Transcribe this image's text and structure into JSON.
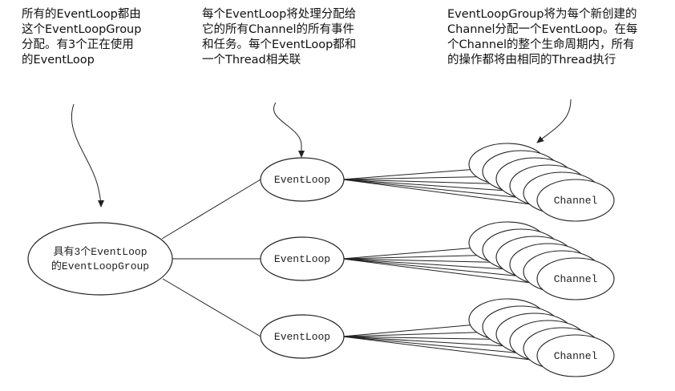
{
  "annotations": {
    "group_note": {
      "lines": [
        "所有的EventLoop都由",
        "这个EventLoopGroup",
        "分配。有3个正在使用",
        "的EventLoop"
      ]
    },
    "eventloop_note": {
      "lines": [
        "每个EventLoop将处理分配给",
        "它的所有Channel的所有事件",
        "和任务。每个EventLoop都和",
        "一个Thread相关联"
      ]
    },
    "channel_note": {
      "lines": [
        "EventLoopGroup将为每个新创建的",
        "Channel分配一个EventLoop。在每",
        "个Channel的整个生命周期内，所有",
        "的操作都将由相同的Thread执行"
      ]
    }
  },
  "nodes": {
    "group": {
      "lines": [
        "具有3个EventLoop",
        "的EventLoopGroup"
      ]
    },
    "event_loops": [
      {
        "label": "EventLoop"
      },
      {
        "label": "EventLoop"
      },
      {
        "label": "EventLoop"
      }
    ],
    "channel_stacks": [
      {
        "front_label": "Channel",
        "stack_size": 6
      },
      {
        "front_label": "Channel",
        "stack_size": 6
      },
      {
        "front_label": "Channel",
        "stack_size": 6
      }
    ]
  },
  "colors": {
    "stroke": "#222222",
    "fill": "#ffffff",
    "text": "#111111"
  }
}
